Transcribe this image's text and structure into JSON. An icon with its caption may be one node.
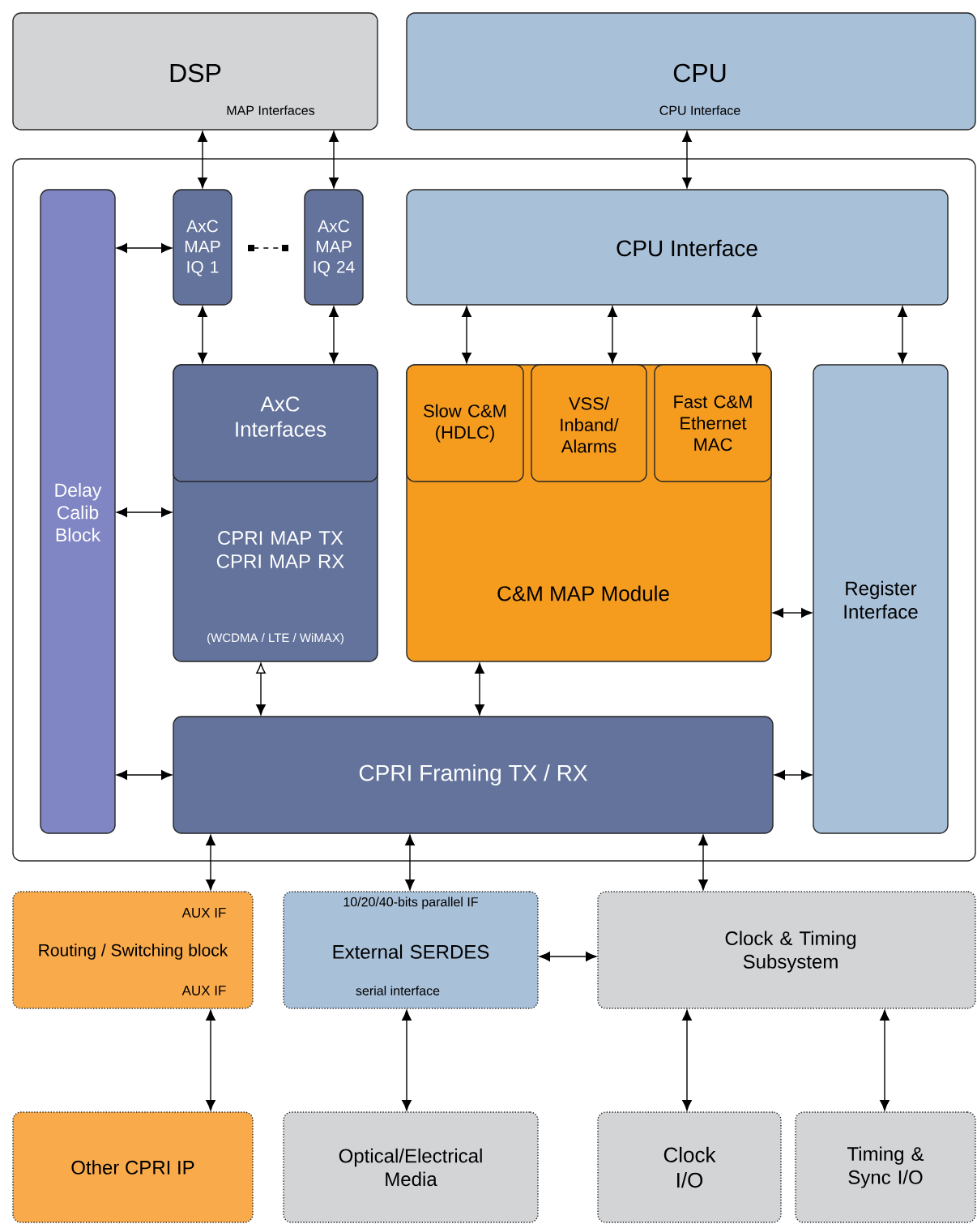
{
  "diagram": {
    "nodes": [
      {
        "text": [
          "DSP",
          "MAP Interfaces"
        ]
      },
      {
        "text": [
          "CPU",
          "CPU Interface"
        ]
      },
      {
        "text": [],
        "shape": "box"
      },
      {
        "text": [
          "Delay Calib Block"
        ],
        "in": 2
      },
      {
        "text": [
          "AxC MAP IQ 1"
        ],
        "in": 2
      },
      {
        "text": [
          "AxC MAP IQ 24"
        ],
        "in": 2
      },
      {
        "text": [
          "CPU Interface"
        ],
        "in": 2
      },
      {
        "text": [
          "CPRI MAP TX CPRI MAP RX",
          "(WCDMA / LTE / WiMAX)"
        ],
        "in": 2
      },
      {
        "text": [
          "AxC Interfaces"
        ],
        "in": 7
      },
      {
        "text": [
          "C&M MAP Module"
        ],
        "in": 2
      },
      {
        "text": [
          "Slow C&M (HDLC)"
        ],
        "in": 9
      },
      {
        "text": [
          "VSS/ Inband/ Alarms"
        ],
        "in": 9
      },
      {
        "text": [
          "Fast C&M Ethernet MAC"
        ],
        "in": 9
      },
      {
        "text": [
          "Register Interface"
        ],
        "in": 2
      },
      {
        "text": [
          "CPRI Framing TX / RX"
        ],
        "in": 2
      },
      {
        "text": [
          "AUX IF",
          "Routing / Switching block",
          "AUX IF"
        ]
      },
      {
        "text": [
          "10/20/40-bits parallel IF",
          "External SERDES",
          "serial interface"
        ]
      },
      {
        "text": [
          "Clock & Timing Subsystem"
        ]
      },
      {
        "text": [
          "Other CPRI IP"
        ]
      },
      {
        "text": [
          "Optical/Electrical Media"
        ]
      },
      {
        "text": [
          "Clock I/O"
        ]
      },
      {
        "text": [
          "Timing & Sync I/O"
        ]
      }
    ],
    "edges": [
      {
        "from": 0,
        "to": 4,
        "arrow": "both"
      },
      {
        "from": 0,
        "to": 5,
        "arrow": "both"
      },
      {
        "from": 1,
        "to": 6,
        "arrow": "both"
      },
      {
        "from": 3,
        "to": 4,
        "arrow": "both"
      },
      {
        "from": 4,
        "to": 5,
        "arrow": "other",
        "style": "dashed"
      },
      {
        "from": 4,
        "to": 8,
        "arrow": "both"
      },
      {
        "from": 5,
        "to": 8,
        "arrow": "both"
      },
      {
        "from": 6,
        "to": 10,
        "arrow": "both"
      },
      {
        "from": 6,
        "to": 11,
        "arrow": "both"
      },
      {
        "from": 6,
        "to": 12,
        "arrow": "both"
      },
      {
        "from": 6,
        "to": 13,
        "arrow": "both"
      },
      {
        "from": 3,
        "to": 7,
        "arrow": "both"
      },
      {
        "from": 9,
        "to": 13,
        "arrow": "both"
      },
      {
        "from": 7,
        "to": 14,
        "arrow": "both"
      },
      {
        "from": 9,
        "to": 14,
        "arrow": "both"
      },
      {
        "from": 3,
        "to": 14,
        "arrow": "both"
      },
      {
        "from": 14,
        "to": 13,
        "arrow": "both"
      },
      {
        "from": 14,
        "to": 15,
        "arrow": "both"
      },
      {
        "from": 14,
        "to": 16,
        "arrow": "both"
      },
      {
        "from": 14,
        "to": 17,
        "arrow": "both"
      },
      {
        "from": 16,
        "to": 17,
        "arrow": "both"
      },
      {
        "from": 15,
        "to": 18,
        "arrow": "both"
      },
      {
        "from": 16,
        "to": 19,
        "arrow": "both"
      },
      {
        "from": 17,
        "to": 20,
        "arrow": "both"
      },
      {
        "from": 17,
        "to": 21,
        "arrow": "both"
      }
    ]
  }
}
